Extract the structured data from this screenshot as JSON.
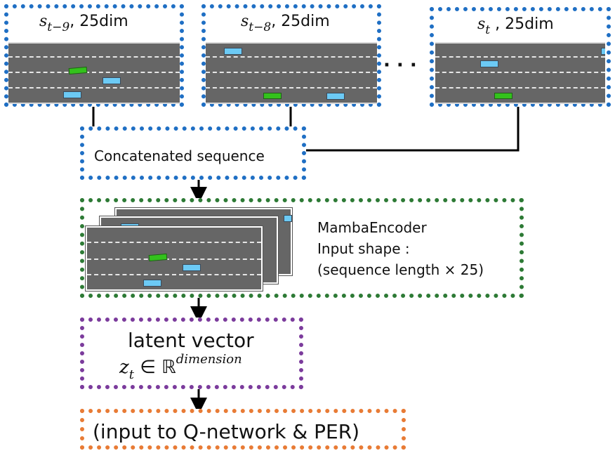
{
  "states": [
    {
      "symbol": "s",
      "subscript": "t−9",
      "suffix": ", 25dim"
    },
    {
      "symbol": "s",
      "subscript": "t−8",
      "suffix": ", 25dim"
    },
    {
      "symbol": "s",
      "subscript": "t",
      "suffix": " , 25dim"
    }
  ],
  "ellipsis": "·  ·  ·",
  "concat": {
    "label": "Concatenated sequence"
  },
  "encoder": {
    "line1": "MambaEncoder",
    "line2": "Input shape :",
    "line3": "(sequence length × 25)"
  },
  "latent": {
    "title": "latent vector",
    "symbol": "z",
    "subscript": "t",
    "relation": " ∈ ℝ",
    "superscript": "dimension"
  },
  "output": {
    "label": "(input to Q-network & PER)"
  },
  "colors": {
    "blue": "#1f6fc4",
    "green": "#2d7a35",
    "purple": "#7b3b9c",
    "orange": "#e87b35",
    "road": "#666666",
    "car_blue": "#6ccaf5",
    "car_green": "#33c21c"
  }
}
